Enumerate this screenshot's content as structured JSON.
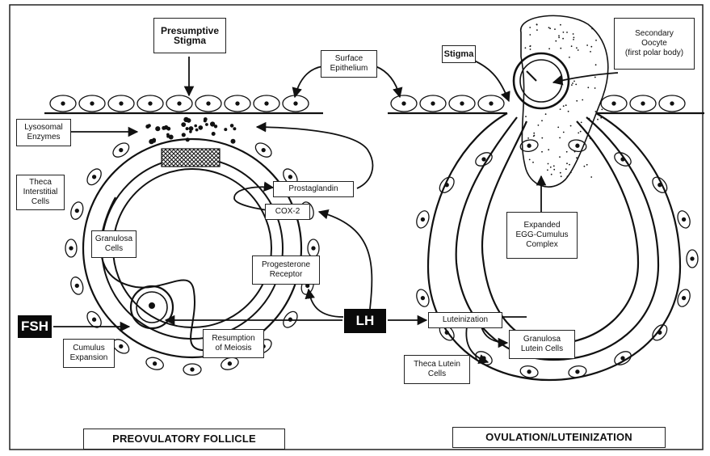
{
  "labels": {
    "presumptive_stigma": "Presumptive\nStigma",
    "surface_epithelium": "Surface\nEpithelium",
    "stigma": "Stigma",
    "secondary_oocyte": "Secondary\nOocyte\n(first polar body)",
    "lysosomal_enzymes": "Lysosomal\nEnzymes",
    "theca_interstitial_cells": "Theca\nInterstitial\nCells",
    "prostaglandin": "Prostaglandin",
    "cox2": "COX-2",
    "granulosa_cells": "Granulosa\nCells",
    "progesterone_receptor": "Progesterone\nReceptor",
    "fsh": "FSH",
    "lh": "LH",
    "cumulus_expansion": "Cumulus\nExpansion",
    "resumption_of_meiosis": "Resumption\nof Meiosis",
    "luteinization": "Luteinization",
    "granulosa_lutein_cells": "Granulosa\nLutein Cells",
    "theca_lutein_cells": "Theca Lutein\nCells",
    "expanded_egg_cumulus": "Expanded\nEGG-Cumulus\nComplex",
    "preovulatory_follicle": "PREOVULATORY  FOLLICLE",
    "ovulation_luteinization": "OVULATION/LUTEINIZATION"
  }
}
